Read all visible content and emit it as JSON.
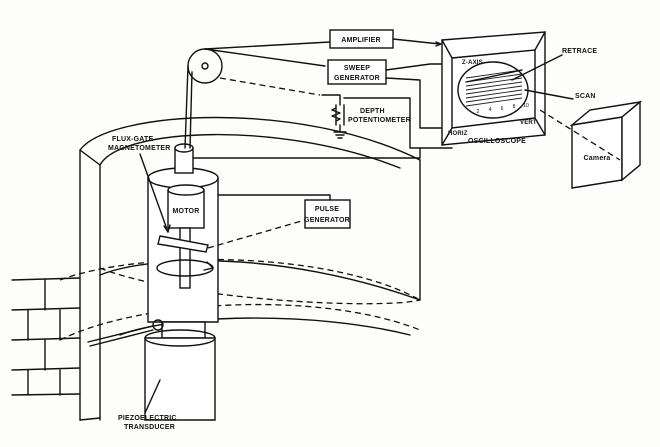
{
  "labels": {
    "amplifier": "AMPLIFIER",
    "sweep_line1": "SWEEP",
    "sweep_line2": "GENERATOR",
    "depth_line1": "DEPTH",
    "depth_line2": "POTENTIOMETER",
    "flux_line1": "FLUX-GATE",
    "flux_line2": "MAGNETOMETER",
    "motor": "MOTOR",
    "pulse_line1": "PULSE",
    "pulse_line2": "GENERATOR",
    "z_axis": "Z-AXIS",
    "retrace": "RETRACE",
    "scan": "SCAN",
    "horiz": "HORIZ",
    "vert": "VERT",
    "oscilloscope": "OSCILLOSCOPE",
    "camera": "Camera",
    "piezo_line1": "PIEZOELECTRIC",
    "piezo_line2": "TRANSDUCER"
  },
  "scale_ticks": [
    "2",
    "4",
    "6",
    "8",
    "10"
  ]
}
